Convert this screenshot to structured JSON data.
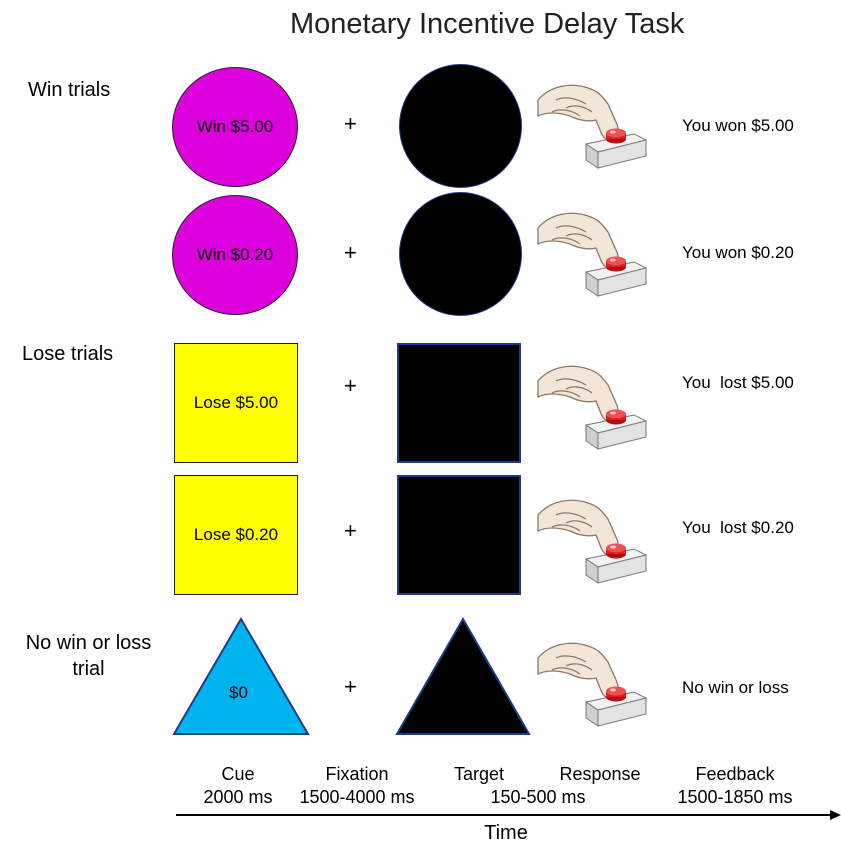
{
  "title": "Monetary Incentive Delay Task",
  "groups": {
    "win": "Win trials",
    "lose": "Lose trials",
    "neutral_line1": "No win or loss",
    "neutral_line2": "trial"
  },
  "rows": [
    {
      "cue": "Win $5.00",
      "fixation": "+",
      "feedback": "You won $5.00"
    },
    {
      "cue": "Win $0.20",
      "fixation": "+",
      "feedback": "You won $0.20"
    },
    {
      "cue": "Lose $5.00",
      "fixation": "+",
      "feedback": "You  lost $5.00"
    },
    {
      "cue": "Lose $0.20",
      "fixation": "+",
      "feedback": "You  lost $0.20"
    },
    {
      "cue": "$0",
      "fixation": "+",
      "feedback": "No win or loss"
    }
  ],
  "timeline": {
    "cue": {
      "name": "Cue",
      "duration": "2000 ms"
    },
    "fixation": {
      "name": "Fixation",
      "duration": "1500-4000 ms"
    },
    "target": {
      "name": "Target"
    },
    "target_response_duration": "150-500 ms",
    "response": {
      "name": "Response"
    },
    "feedback": {
      "name": "Feedback",
      "duration": "1500-1850 ms"
    },
    "axis_label": "Time"
  },
  "colors": {
    "win_cue": "#dd00dd",
    "lose_cue": "#ffff00",
    "neutral_cue": "#00b4f0",
    "target": "#000000",
    "shape_outline": "#1a3c8a"
  }
}
